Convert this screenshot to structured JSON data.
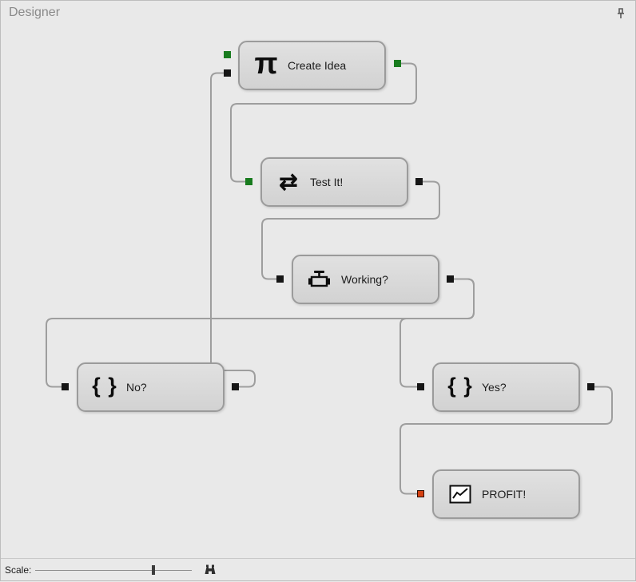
{
  "header": {
    "title": "Designer"
  },
  "canvas": {
    "nodes": [
      {
        "id": "create-idea",
        "label": "Create Idea",
        "icon": "pi-icon",
        "icon_glyph": "π"
      },
      {
        "id": "test-it",
        "label": "Test It!",
        "icon": "swap-arrows-icon",
        "icon_glyph": "⇄"
      },
      {
        "id": "working",
        "label": "Working?",
        "icon": "valve-icon"
      },
      {
        "id": "no",
        "label": "No?",
        "icon": "braces-icon",
        "icon_glyph": "{ }"
      },
      {
        "id": "yes",
        "label": "Yes?",
        "icon": "braces-icon",
        "icon_glyph": "{ }"
      },
      {
        "id": "profit",
        "label": "PROFIT!",
        "icon": "line-chart-icon"
      }
    ],
    "connections": [
      {
        "from": "create-idea",
        "to": "test-it"
      },
      {
        "from": "test-it",
        "to": "working"
      },
      {
        "from": "working",
        "to": "no"
      },
      {
        "from": "working",
        "to": "yes"
      },
      {
        "from": "no",
        "to": "create-idea"
      },
      {
        "from": "yes",
        "to": "profit"
      }
    ],
    "connector_colors": {
      "green": "#187b1e",
      "black": "#161616",
      "red": "#d54111"
    },
    "wire_color": "#9e9e9e"
  },
  "footer": {
    "scale_label": "Scale:",
    "slider": {
      "thumb_style": "left:146px"
    }
  }
}
